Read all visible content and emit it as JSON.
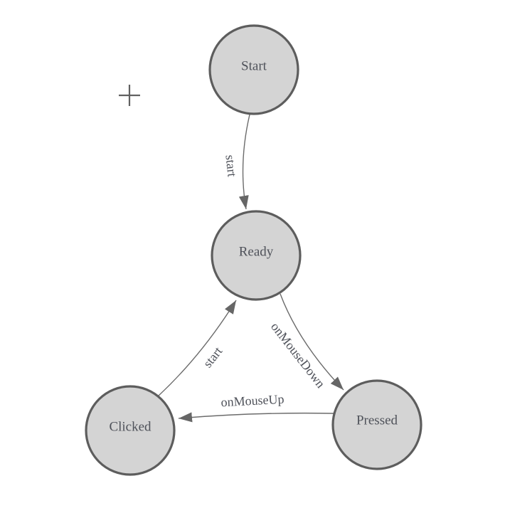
{
  "diagram": {
    "type": "state-machine",
    "cursor": {
      "icon": "crosshair-plus-icon"
    },
    "colors": {
      "node_fill": "#d4d4d4",
      "node_stroke": "#5d5d5d",
      "edge": "#6b6b6b",
      "arrowhead": "#666666",
      "label_text": "#4f525a"
    },
    "nodes": [
      {
        "id": "start",
        "label": "Start"
      },
      {
        "id": "ready",
        "label": "Ready"
      },
      {
        "id": "clicked",
        "label": "Clicked"
      },
      {
        "id": "pressed",
        "label": "Pressed"
      }
    ],
    "edges": [
      {
        "from": "Start",
        "to": "Ready",
        "label": "start"
      },
      {
        "from": "Clicked",
        "to": "Ready",
        "label": "start"
      },
      {
        "from": "Ready",
        "to": "Pressed",
        "label": "onMouseDown"
      },
      {
        "from": "Pressed",
        "to": "Clicked",
        "label": "onMouseUp"
      }
    ]
  }
}
